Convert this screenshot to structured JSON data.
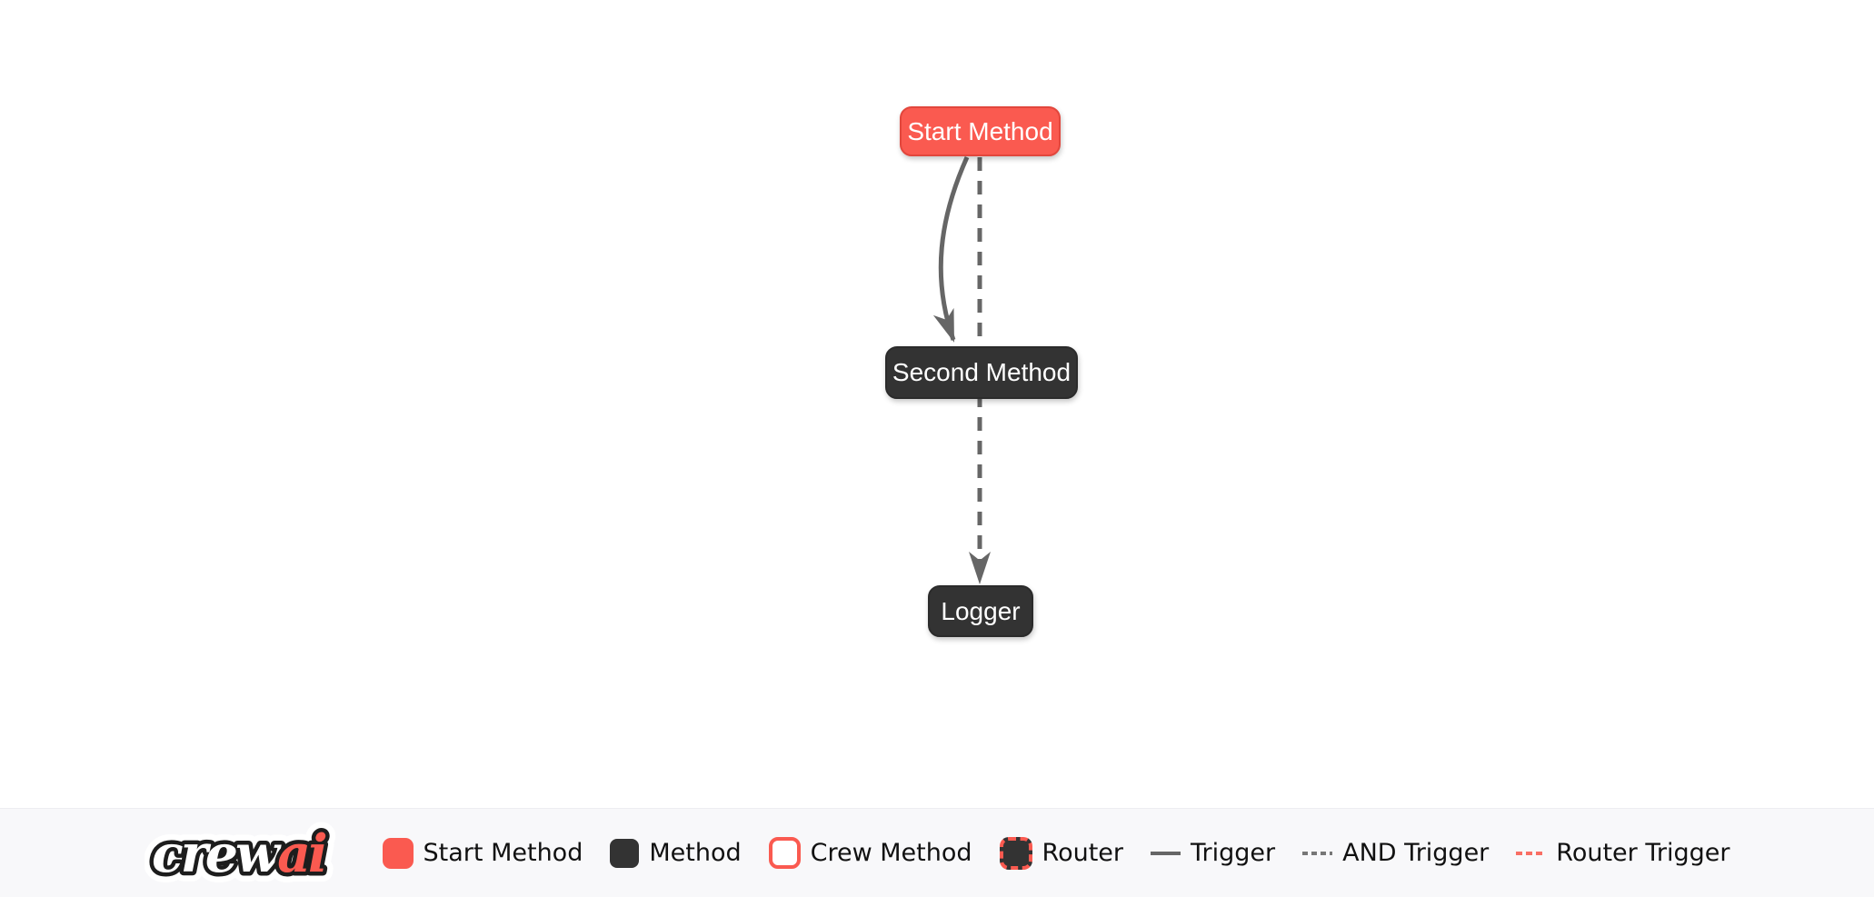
{
  "diagram": {
    "nodes": [
      {
        "id": "start_method",
        "label": "Start Method",
        "type": "start-method"
      },
      {
        "id": "second_method",
        "label": "Second Method",
        "type": "method"
      },
      {
        "id": "logger",
        "label": "Logger",
        "type": "method"
      }
    ],
    "edges": [
      {
        "from": "start_method",
        "to": "second_method",
        "style": "solid",
        "type": "trigger"
      },
      {
        "from": "start_method",
        "to": "logger",
        "style": "dashed",
        "type": "and-trigger"
      }
    ]
  },
  "legend": {
    "logo": {
      "part1": "crew",
      "part2": "ai"
    },
    "items": [
      {
        "label": "Start Method",
        "swatch": "start-square"
      },
      {
        "label": "Method",
        "swatch": "method-square"
      },
      {
        "label": "Crew Method",
        "swatch": "crew-method-square"
      },
      {
        "label": "Router",
        "swatch": "router-square"
      },
      {
        "label": "Trigger",
        "swatch": "solid-line"
      },
      {
        "label": "AND Trigger",
        "swatch": "dashed-line"
      },
      {
        "label": "Router Trigger",
        "swatch": "red-dashed-line"
      }
    ]
  },
  "colors": {
    "start_method": "#FA5A50",
    "method": "#333333",
    "edge": "#666666",
    "router_trigger": "#F96F64",
    "node_text": "#FFFFFF",
    "legend_text": "#111111",
    "background": "#FFFFFF",
    "legend_background": "#F8F8FA"
  }
}
